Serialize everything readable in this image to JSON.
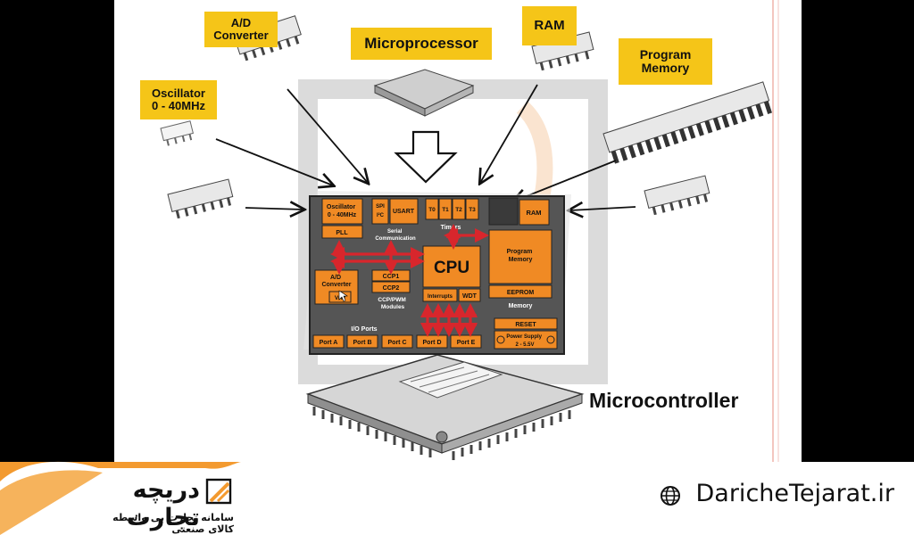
{
  "labels": {
    "ad_converter": "A/D\nConverter",
    "microprocessor": "Microprocessor",
    "ram": "RAM",
    "program_memory": "Program\nMemory",
    "oscillator": "Oscillator\n0 - 40MHz",
    "microcontroller": "Microcontroller"
  },
  "die": {
    "oscillator": "Oscillator\n0 - 40MHz",
    "pll": "PLL",
    "spi": "SPI",
    "i2c": "I²C",
    "usart": "USART",
    "serial": "Serial\nCommunication",
    "timers": [
      "T0",
      "T1",
      "T2",
      "T3"
    ],
    "timers_label": "Timers",
    "ram": "RAM",
    "program_memory": "Program\nMemory",
    "eeprom": "EEPROM",
    "memory": "Memory",
    "ad_converter": "A/D\nConverter",
    "vref": "Vref",
    "ccp1": "CCP1",
    "ccp2": "CCP2",
    "ccp_modules": "CCP/PWM\nModules",
    "cpu": "CPU",
    "interrupts": "Interrupts",
    "wdt": "WDT",
    "reset": "RESET",
    "power_supply": "Power Supply\n2 - 5.5V",
    "io_ports": "I/O Ports",
    "ports": [
      "Port A",
      "Port B",
      "Port C",
      "Port D",
      "Port E"
    ]
  },
  "footer": {
    "site_url": "DaricheTejarat.ir",
    "brand_name": "دریچه تجارت",
    "brand_tagline": "سامانه تجارت بی واسطه کالای صنعتی"
  },
  "colors": {
    "label_yellow": "#f5c518",
    "block_orange": "#f08a24",
    "die_gray": "#555555",
    "arrow_red": "#d8262c",
    "footer_orange": "#f39a2f"
  }
}
